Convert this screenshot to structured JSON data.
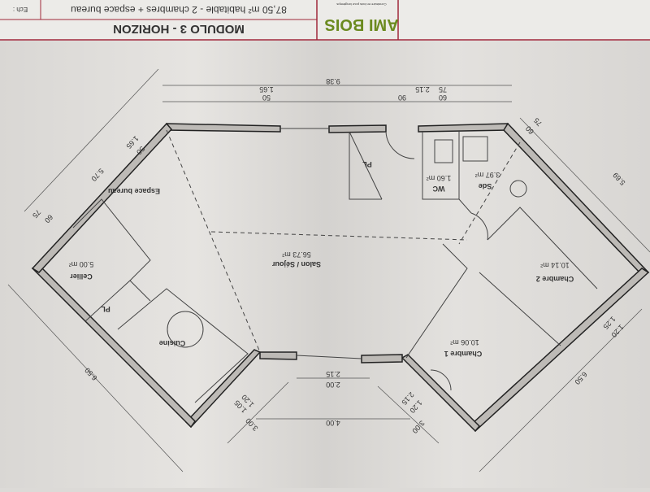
{
  "title_block": {
    "title": "MODULO 3 - HORIZON",
    "subtitle": "87,50 m² habitable - 2 chambres + espace bureau",
    "scale_label": "Ech :",
    "logo_text": "AMI BOIS",
    "logo_tagline": "Construire en bois pour longtemps",
    "accent_color": "#a0283a",
    "logo_color": "#6b8a1f"
  },
  "rooms": [
    {
      "name": "Salon / Séjour",
      "area": "56.73 m²"
    },
    {
      "name": "Chambre 1",
      "area": "10.06 m²"
    },
    {
      "name": "Chambre 2",
      "area": "10.14 m²"
    },
    {
      "name": "Cellier",
      "area": "5.00 m²"
    },
    {
      "name": "Cuisine",
      "area": ""
    },
    {
      "name": "Espace bureau",
      "area": ""
    },
    {
      "name": "WC",
      "area": "1.60 m²"
    },
    {
      "name": "Sde",
      "area": "3.97 m²"
    },
    {
      "name": "PL",
      "area": ""
    },
    {
      "name": "PL",
      "area": ""
    }
  ],
  "dimensions": {
    "top_total": "9.38",
    "top_a": "1.65",
    "top_b": "50",
    "top_c": "90",
    "top_d": "2.15",
    "top_e": "75",
    "top_f": "60",
    "left_top": "5.70",
    "left_top_a": "1.65",
    "left_top_b": "50",
    "left_top_c": "75",
    "left_top_d": "60",
    "right_top": "5.69",
    "right_top_a": "75",
    "right_top_b": "60",
    "left_bottom": "6.50",
    "right_bottom": "6.50",
    "right_bottom_a": "1.20",
    "right_bottom_b": "1.25",
    "bottom_total": "4.00",
    "bottom_a": "2.00",
    "bottom_b": "2.15",
    "bottom_left_a": "3.00",
    "bottom_left_b": "1.20",
    "bottom_left_c": "1.05",
    "bottom_right_a": "3.00",
    "bottom_right_b": "1.20",
    "bottom_right_c": "2.15"
  }
}
